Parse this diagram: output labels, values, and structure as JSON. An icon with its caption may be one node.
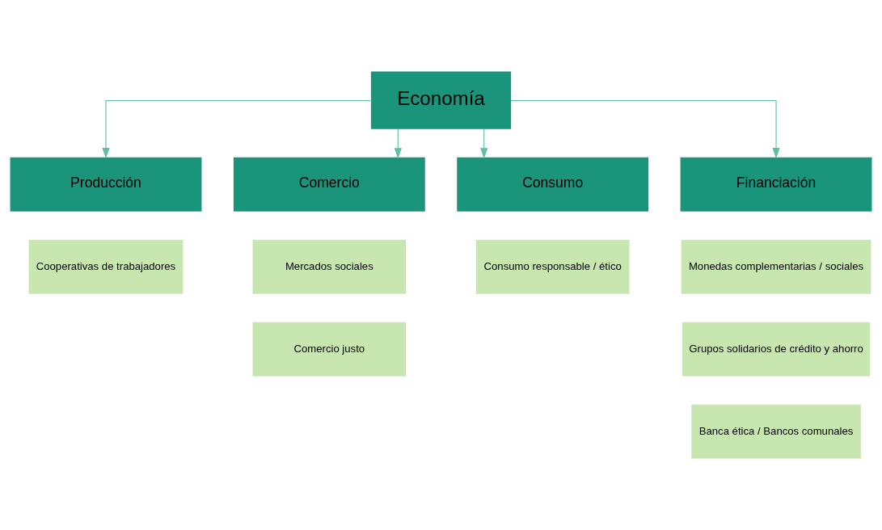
{
  "diagram": {
    "nodes": [
      {
        "text": [
          "Economía"
        ]
      },
      {
        "text": [
          "Producción"
        ]
      },
      {
        "text": [
          "Comercio"
        ]
      },
      {
        "text": [
          "Consumo"
        ]
      },
      {
        "text": [
          "Financiación"
        ]
      },
      {
        "text": [
          "Cooperativas de trabajadores"
        ]
      },
      {
        "text": [
          "Mercados sociales"
        ]
      },
      {
        "text": [
          "Comercio justo"
        ]
      },
      {
        "text": [
          "Consumo responsable / ético"
        ]
      },
      {
        "text": [
          "Monedas complementarias / sociales"
        ]
      },
      {
        "text": [
          "Grupos solidarios de crédito y ahorro"
        ]
      },
      {
        "text": [
          "Banca ética / Bancos comunales"
        ]
      }
    ],
    "edges": [
      {
        "from": 0,
        "to": 1,
        "arrow": "to"
      },
      {
        "from": 0,
        "to": 2,
        "arrow": "to"
      },
      {
        "from": 0,
        "to": 3,
        "arrow": "to"
      },
      {
        "from": 0,
        "to": 4,
        "arrow": "to"
      }
    ]
  }
}
